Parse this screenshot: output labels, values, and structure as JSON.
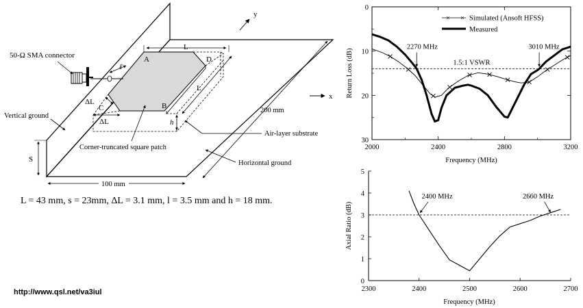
{
  "diagram": {
    "labels": {
      "sma": "50-Ω SMA connector",
      "vertical_ground": "Vertical ground",
      "horizontal_ground": "Horizontal ground",
      "patch": "Corner-truncated square patch",
      "air_layer": "Air-layer substrate",
      "dim_200": "200 mm",
      "dim_100": "100 mm",
      "axis_x": "x",
      "axis_y": "y",
      "L_top": "L",
      "L_side": "L",
      "A": "A",
      "B": "B",
      "C": "C",
      "D": "D",
      "S": "S",
      "h": "h",
      "ell": "ℓ",
      "dL_upper": "ΔL",
      "dL_lower": "ΔL"
    },
    "caption": "L = 43 mm, s = 23mm, ΔL = 3.1 mm, l = 3.5 mm and h = 18 mm.",
    "url": "http://www.qsl.net/va3iul"
  },
  "chart_data": [
    {
      "type": "line",
      "xlabel": "Frequency (MHz)",
      "ylabel": "Return Loss (dB)",
      "xlim": [
        2000,
        3200
      ],
      "ylim": [
        0,
        30
      ],
      "y_inverted": true,
      "xticks": [
        2000,
        2400,
        2800,
        3200
      ],
      "xtick_labels": [
        "2000",
        "2400",
        "2800",
        "3200"
      ],
      "xminor": [
        2200,
        2600,
        3000
      ],
      "yticks": [
        0,
        10,
        20,
        30
      ],
      "ytick_labels": [
        "0",
        "10",
        "20",
        "30"
      ],
      "yminor": [
        5,
        15,
        25
      ],
      "reference_line": {
        "y": 14,
        "label": "1.5:1 VSWR"
      },
      "annotations": [
        {
          "text": "2270 MHz",
          "x": 2270,
          "y": 14
        },
        {
          "text": "3010 MHz",
          "x": 3010,
          "y": 14
        }
      ],
      "legend": "top-right",
      "series": [
        {
          "name": "Simulated (Ansoft HFSS)",
          "style": "thin-with-x-markers",
          "x": [
            2000,
            2060,
            2110,
            2160,
            2210,
            2260,
            2310,
            2350,
            2380,
            2420,
            2460,
            2520,
            2580,
            2640,
            2700,
            2760,
            2820,
            2860,
            2900,
            2950,
            3000,
            3050,
            3100,
            3150,
            3200
          ],
          "y": [
            9.5,
            10.3,
            11.2,
            12.4,
            13.8,
            15.5,
            17.8,
            19.6,
            20.4,
            20.0,
            18.4,
            16.8,
            15.5,
            14.9,
            15.2,
            15.8,
            16.5,
            16.9,
            17.2,
            17.0,
            15.8,
            14.4,
            13.2,
            12.0,
            11.0
          ]
        },
        {
          "name": "Measured",
          "style": "thick",
          "x": [
            2000,
            2050,
            2100,
            2150,
            2200,
            2250,
            2270,
            2300,
            2330,
            2360,
            2380,
            2400,
            2420,
            2450,
            2500,
            2550,
            2580,
            2600,
            2650,
            2700,
            2750,
            2800,
            2820,
            2840,
            2880,
            2920,
            2960,
            3000,
            3010,
            3050,
            3100,
            3150,
            3200
          ],
          "y": [
            6.2,
            6.8,
            7.6,
            9.0,
            10.8,
            13.0,
            14.0,
            16.5,
            20.0,
            24.2,
            25.9,
            25.6,
            22.8,
            20.0,
            18.3,
            17.8,
            17.6,
            17.8,
            18.5,
            20.0,
            22.6,
            24.8,
            25.0,
            23.5,
            20.5,
            17.5,
            15.2,
            14.3,
            14.0,
            12.4,
            11.0,
            9.6,
            9.0
          ]
        }
      ]
    },
    {
      "type": "line",
      "xlabel": "Frequency (MHz)",
      "ylabel": "Axial Ratio (dB)",
      "xlim": [
        2300,
        2700
      ],
      "ylim": [
        0,
        5
      ],
      "xticks": [
        2300,
        2400,
        2500,
        2600,
        2700
      ],
      "xtick_labels": [
        "2300",
        "2400",
        "2500",
        "2600",
        "2700"
      ],
      "yticks": [
        0,
        1,
        2,
        3,
        4,
        5
      ],
      "ytick_labels": [
        "0",
        "1",
        "2",
        "3",
        "4",
        "5"
      ],
      "reference_line": {
        "y": 3
      },
      "annotations": [
        {
          "text": "2400 MHz",
          "x": 2400,
          "y": 3
        },
        {
          "text": "2660 MHz",
          "x": 2660,
          "y": 3
        }
      ],
      "series": [
        {
          "name": "",
          "style": "thin",
          "x": [
            2380,
            2390,
            2400,
            2420,
            2440,
            2460,
            2480,
            2500,
            2520,
            2540,
            2560,
            2580,
            2600,
            2620,
            2640,
            2660,
            2680
          ],
          "y": [
            4.1,
            3.5,
            3.0,
            2.3,
            1.6,
            0.95,
            0.7,
            0.45,
            1.0,
            1.55,
            2.05,
            2.45,
            2.6,
            2.75,
            2.95,
            3.1,
            3.25
          ]
        }
      ]
    }
  ]
}
